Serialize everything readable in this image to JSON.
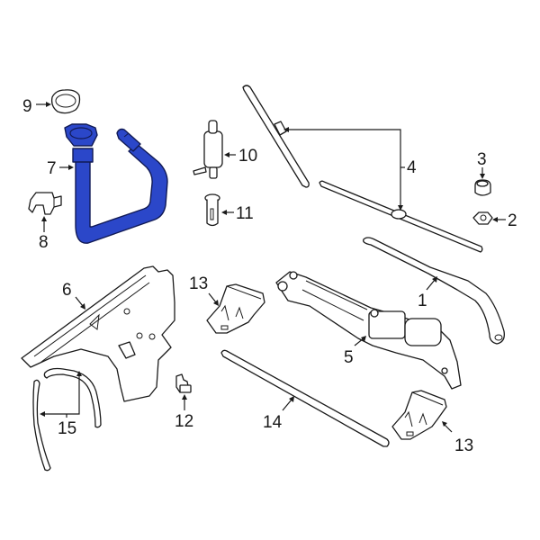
{
  "diagram": {
    "type": "exploded-parts-diagram",
    "subject": "Windshield wiper and washer system",
    "highlight_color": "#2b47c9",
    "highlighted_part": "7",
    "callouts": [
      {
        "id": "1",
        "label": "1",
        "part": "wiper-arm"
      },
      {
        "id": "2",
        "label": "2",
        "part": "nut"
      },
      {
        "id": "3",
        "label": "3",
        "part": "cap"
      },
      {
        "id": "4",
        "label": "4",
        "part": "wiper-blades"
      },
      {
        "id": "5",
        "label": "5",
        "part": "wiper-linkage-motor"
      },
      {
        "id": "6",
        "label": "6",
        "part": "washer-reservoir"
      },
      {
        "id": "7",
        "label": "7",
        "part": "filler-neck-hose"
      },
      {
        "id": "8",
        "label": "8",
        "part": "clip"
      },
      {
        "id": "9",
        "label": "9",
        "part": "seal"
      },
      {
        "id": "10",
        "label": "10",
        "part": "washer-pump"
      },
      {
        "id": "11",
        "label": "11",
        "part": "grommet"
      },
      {
        "id": "12",
        "label": "12",
        "part": "level-sensor"
      },
      {
        "id": "13a",
        "label": "13",
        "part": "bracket"
      },
      {
        "id": "13b",
        "label": "13",
        "part": "bracket"
      },
      {
        "id": "14",
        "label": "14",
        "part": "drain-hose"
      },
      {
        "id": "15",
        "label": "15",
        "part": "washer-hoses"
      }
    ]
  }
}
